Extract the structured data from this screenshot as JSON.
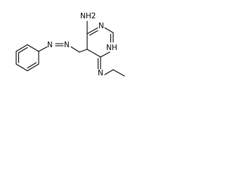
{
  "structure": {
    "atoms": {
      "amine_nh2": "NH2",
      "ring_n_top": "N",
      "ring_nh": "NH",
      "azo_n_1": "N",
      "azo_n_2": "N",
      "imine_n": "N"
    },
    "colors": {
      "bond": "#000000",
      "label": "#000000",
      "background": "#ffffff"
    }
  }
}
